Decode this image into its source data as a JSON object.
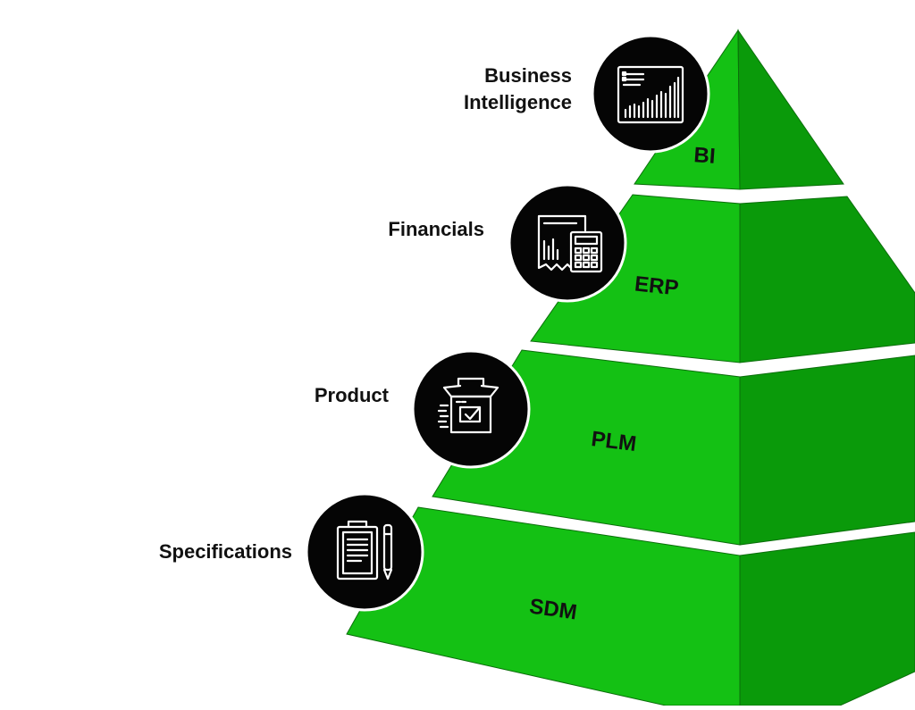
{
  "colors": {
    "front_face": "#14c114",
    "side_face": "#0a9a0a",
    "edge": "#0b6e0b",
    "badge": "#050505",
    "badge_ring": "#ffffff",
    "icon_stroke": "#ffffff"
  },
  "tiers": [
    {
      "code": "BI",
      "label_line1": "Business",
      "label_line2": "Intelligence",
      "icon": "bar-chart-report-icon"
    },
    {
      "code": "ERP",
      "label_line1": "Financials",
      "label_line2": "",
      "icon": "document-calculator-icon"
    },
    {
      "code": "PLM",
      "label_line1": "Product",
      "label_line2": "",
      "icon": "box-checkmark-icon"
    },
    {
      "code": "SDM",
      "label_line1": "Specifications",
      "label_line2": "",
      "icon": "clipboard-pen-icon"
    }
  ]
}
